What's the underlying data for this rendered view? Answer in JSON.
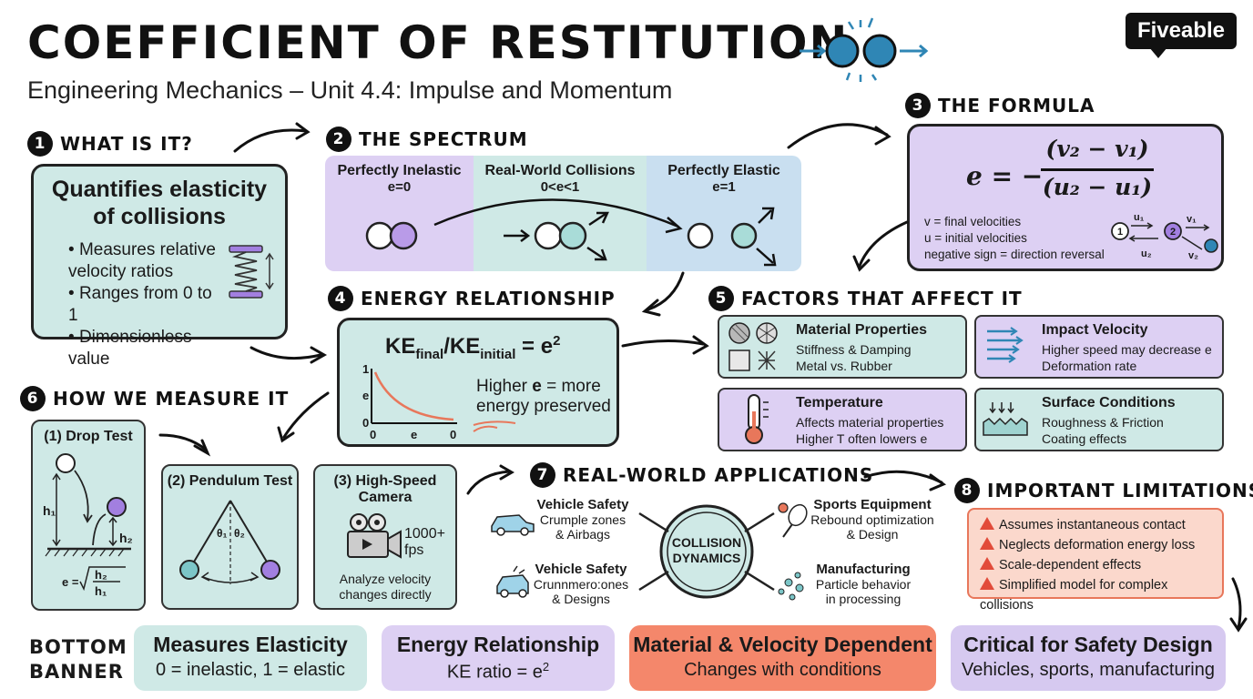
{
  "header": {
    "title": "COEFFICIENT OF RESTITUTION",
    "subtitle": "Engineering Mechanics – Unit 4.4: Impulse and Momentum",
    "logo": "Fiveable"
  },
  "s1": {
    "num": "1",
    "title": "WHAT IS IT?",
    "heading": "Quantifies elasticity of collisions",
    "bullets": [
      "Measures relative velocity ratios",
      "Ranges from 0 to 1",
      "Dimensionless value"
    ]
  },
  "s2": {
    "num": "2",
    "title": "THE SPECTRUM",
    "cols": [
      {
        "label": "Perfectly Inelastic",
        "value": "e=0"
      },
      {
        "label": "Real-World Collisions",
        "value": "0<e<1"
      },
      {
        "label": "Perfectly Elastic",
        "value": "e=1"
      }
    ]
  },
  "s3": {
    "num": "3",
    "title": "THE FORMULA",
    "lhs": "e = −",
    "numerator": "(v₂ − v₁)",
    "denominator": "(u₂ − u₁)",
    "legend": [
      "v = final velocities",
      "u = initial velocities",
      "negative sign = direction reversal"
    ],
    "diagram": {
      "u1": "u₁",
      "u2": "u₂",
      "v1": "v₁",
      "v2": "v₂",
      "b1": "1",
      "b2": "2"
    }
  },
  "s4": {
    "num": "4",
    "title": "ENERGY RELATIONSHIP",
    "eq_ke1": "KE",
    "eq_final": "final",
    "eq_slash": "/KE",
    "eq_initial": "initial",
    "eq_rest": " = e",
    "eq_sup": "2",
    "graph": {
      "y_top": "1",
      "y_label": "e",
      "y_bottom": "0",
      "x_left": "0",
      "x_label": "e",
      "x_right": "0"
    },
    "note_pre": "Higher ",
    "note_e": "e",
    "note_post": " = more",
    "note_line2": "energy preserved"
  },
  "s5": {
    "num": "5",
    "title": "FACTORS THAT AFFECT IT",
    "factors": [
      {
        "title": "Material Properties",
        "lines": [
          "Stiffness & Damping",
          "Metal vs. Rubber"
        ]
      },
      {
        "title": "Impact Velocity",
        "lines": [
          "Higher speed may decrease e",
          "Deformation rate"
        ]
      },
      {
        "title": "Temperature",
        "lines": [
          "Affects material properties",
          "Higher T often lowers e"
        ]
      },
      {
        "title": "Surface Conditions",
        "lines": [
          "Roughness & Friction",
          "Coating effects"
        ]
      }
    ]
  },
  "s6": {
    "num": "6",
    "title": "HOW WE MEASURE IT",
    "drop": {
      "title": "(1) Drop Test",
      "h1": "h₁",
      "h2": "h₂",
      "formula_lhs": "e =",
      "frac_top": "h₂",
      "frac_bot": "h₁"
    },
    "pendulum": {
      "title": "(2) Pendulum Test",
      "t1": "θ₁",
      "t2": "θ₂"
    },
    "camera": {
      "title": "(3) High-Speed Camera",
      "fps": "1000+ fps",
      "note": "Analyze velocity changes directly"
    }
  },
  "s7": {
    "num": "7",
    "title": "REAL-WORLD APPLICATIONS",
    "center": "COLLISION DYNAMICS",
    "apps": [
      {
        "title": "Vehicle Safety",
        "lines": [
          "Crumple zones",
          "& Airbags"
        ]
      },
      {
        "title": "Vehicle Safety",
        "lines": [
          "Crunnmero:ones",
          "& Designs"
        ]
      },
      {
        "title": "Sports Equipment",
        "lines": [
          "Rebound optimization",
          "& Design"
        ]
      },
      {
        "title": "Manufacturing",
        "lines": [
          "Particle behavior",
          "in processing"
        ]
      }
    ]
  },
  "s8": {
    "num": "8",
    "title": "IMPORTANT LIMITATIONS",
    "items": [
      "Assumes instantaneous contact",
      "Neglects deformation energy loss",
      "Scale-dependent effects",
      "Simplified model for complex collisions"
    ]
  },
  "banner": {
    "label_line1": "BOTTOM",
    "label_line2": "BANNER",
    "items": [
      {
        "title": "Measures Elasticity",
        "sub": "0 = inelastic, 1 = elastic",
        "color": "#cfe9e6"
      },
      {
        "title": "Energy Relationship",
        "sub_pre": "KE ratio = e",
        "sub_sup": "2",
        "color": "#ddd0f3"
      },
      {
        "title": "Material & Velocity Dependent",
        "sub": "Changes with conditions",
        "color": "#f4876b"
      },
      {
        "title": "Critical for Safety Design",
        "sub": "Vehicles, sports, manufacturing",
        "color": "#d6c9f0"
      }
    ]
  },
  "colors": {
    "teal": "#cfe9e6",
    "purple": "#ddd0f3",
    "coral": "#f4876b",
    "ball_blue": "#2f86b5",
    "ball_purple": "#a27fe0",
    "warn_red": "#e24b3a"
  }
}
